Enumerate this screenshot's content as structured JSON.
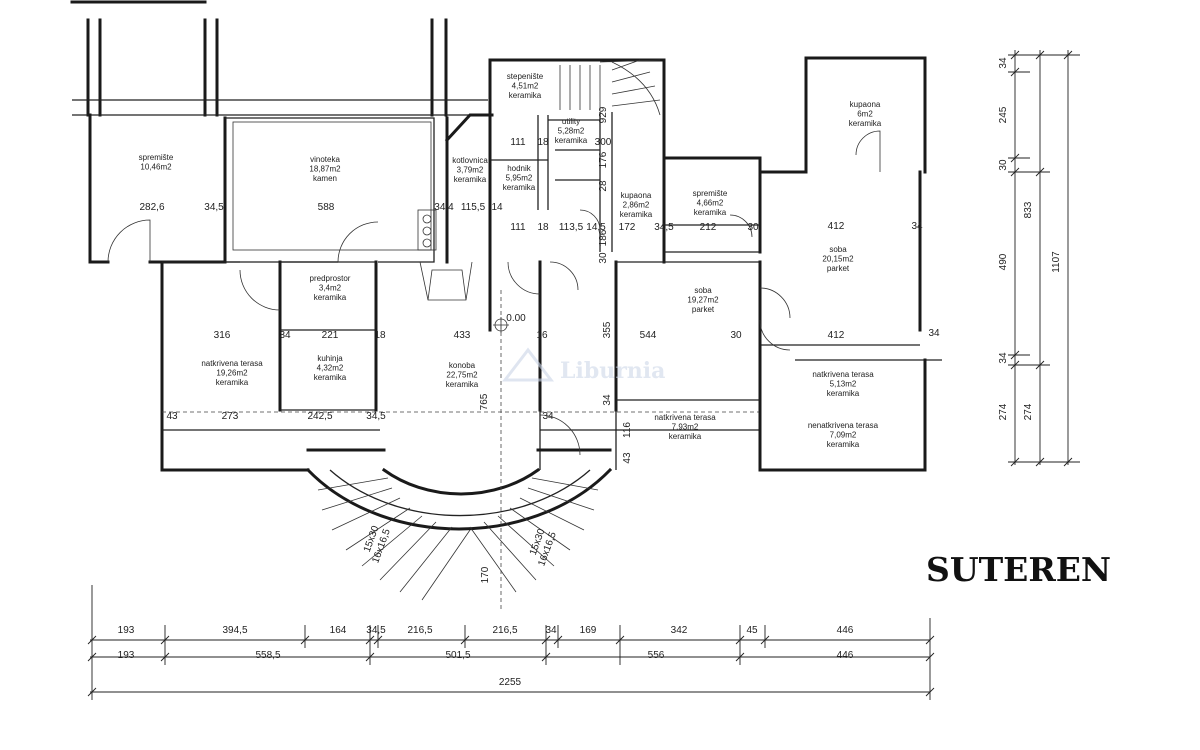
{
  "plan_title": "SUTEREN",
  "watermark": "Liburnia",
  "datum_label": "0.00",
  "rooms": [
    {
      "id": "spremiste-west",
      "lines": [
        "spremište",
        "10,46m2"
      ]
    },
    {
      "id": "vinoteka",
      "lines": [
        "vinoteka",
        "18,87m2",
        "kamen"
      ]
    },
    {
      "id": "kotlovnica",
      "lines": [
        "kotlovnica",
        "3,79m2",
        "keramika"
      ]
    },
    {
      "id": "hodnik",
      "lines": [
        "hodnik",
        "5,95m2",
        "keramika"
      ]
    },
    {
      "id": "stepeniste",
      "lines": [
        "stepenište",
        "4,51m2",
        "keramika"
      ]
    },
    {
      "id": "utility",
      "lines": [
        "utility",
        "5,28m2",
        "keramika"
      ]
    },
    {
      "id": "kupaona-mid",
      "lines": [
        "kupaona",
        "2,86m2",
        "keramika"
      ]
    },
    {
      "id": "spremiste-east",
      "lines": [
        "spremište",
        "4,66m2",
        "keramika"
      ]
    },
    {
      "id": "kupaona-east",
      "lines": [
        "kupaona",
        "6m2",
        "keramika"
      ]
    },
    {
      "id": "soba-east",
      "lines": [
        "soba",
        "20,15m2",
        "parket"
      ]
    },
    {
      "id": "predprostor",
      "lines": [
        "predprostor",
        "3,4m2",
        "keramika"
      ]
    },
    {
      "id": "soba-mid",
      "lines": [
        "soba",
        "19,27m2",
        "parket"
      ]
    },
    {
      "id": "natkrivena-west",
      "lines": [
        "natkrivena terasa",
        "19,26m2",
        "keramika"
      ]
    },
    {
      "id": "kuhinja",
      "lines": [
        "kuhinja",
        "4,32m2",
        "keramika"
      ]
    },
    {
      "id": "konoba",
      "lines": [
        "konoba",
        "22,75m2",
        "keramika"
      ]
    },
    {
      "id": "natkrivena-east",
      "lines": [
        "natkrivena terasa",
        "5,13m2",
        "keramika"
      ]
    },
    {
      "id": "natkrivena-mid",
      "lines": [
        "natkrivena terasa",
        "7,93m2",
        "keramika"
      ]
    },
    {
      "id": "nenatkrivena",
      "lines": [
        "nenatkrivena terasa",
        "7,09m2",
        "keramika"
      ]
    }
  ],
  "interior_dims": [
    "282,6",
    "34,5",
    "588",
    "34,4",
    "115,5",
    "14",
    "111",
    "18",
    "300",
    "28",
    "176",
    "111",
    "18",
    "113,5",
    "14,5",
    "172",
    "34,5",
    "212",
    "30",
    "412",
    "34",
    "929",
    "186",
    "30",
    "316",
    "34",
    "221",
    "18",
    "433",
    "16",
    "355",
    "544",
    "30",
    "412",
    "34",
    "43",
    "273",
    "242,5",
    "34,5",
    "765",
    "34",
    "34",
    "116",
    "43",
    "170",
    "15x30",
    "16x16,5",
    "15x30",
    "16x16,5"
  ],
  "bottom_dims": {
    "row1": [
      "193",
      "394,5",
      "164",
      "34,5",
      "216,5",
      "216,5",
      "34",
      "169",
      "342",
      "45",
      "446"
    ],
    "row2": [
      "193",
      "558,5",
      "501,5",
      "556",
      "446"
    ],
    "total": "2255"
  },
  "right_dims": {
    "col1": [
      "34",
      "245",
      "30",
      "490",
      "34",
      "274"
    ],
    "col2": [
      "833",
      "274"
    ],
    "total": "1107"
  }
}
